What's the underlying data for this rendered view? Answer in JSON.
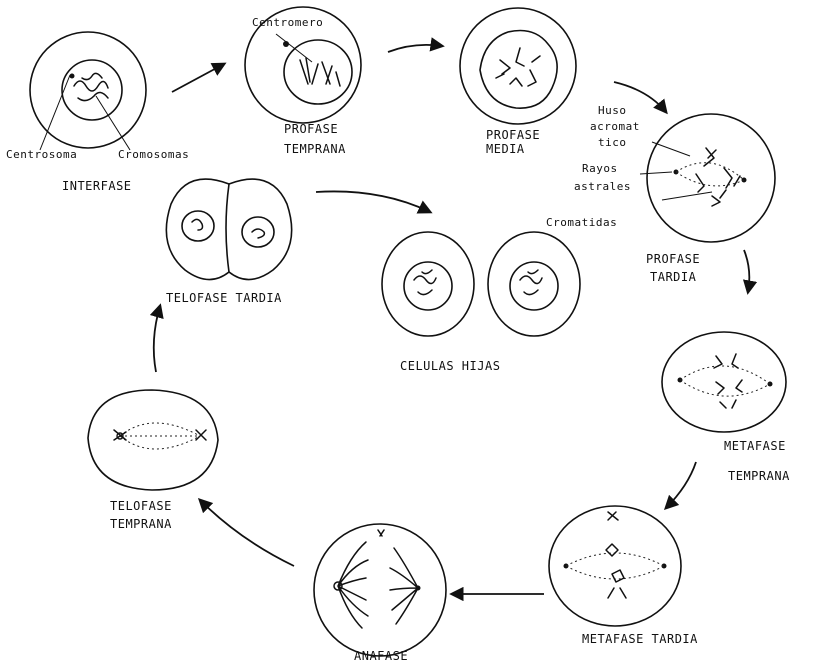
{
  "labels": {
    "centromero": "Centromero",
    "centrosoma": "Centrosoma",
    "cromosomas": "Cromosomas",
    "interfase": "INTERFASE",
    "profase_temprana_1": "PROFASE",
    "profase_temprana_2": "TEMPRANA",
    "profase_media_1": "PROFASE",
    "profase_media_2": "MEDIA",
    "huso_1": "Huso",
    "huso_2": "acromat",
    "huso_3": "tico",
    "rayos_1": "Rayos",
    "rayos_2": "astrales",
    "cromatidas": "Cromatidas",
    "profase_tardia_1": "PROFASE",
    "profase_tardia_2": "TARDIA",
    "telofase_tardia": "TELOFASE TARDIA",
    "celulas_hijas": "CELULAS HIJAS",
    "metafase_temprana_1": "METAFASE",
    "metafase_temprana_2": "TEMPRANA",
    "telofase_temprana_1": "TELOFASE",
    "telofase_temprana_2": "TEMPRANA",
    "metafase_tardia": "METAFASE TARDIA",
    "anafase": "ANAFASE"
  }
}
